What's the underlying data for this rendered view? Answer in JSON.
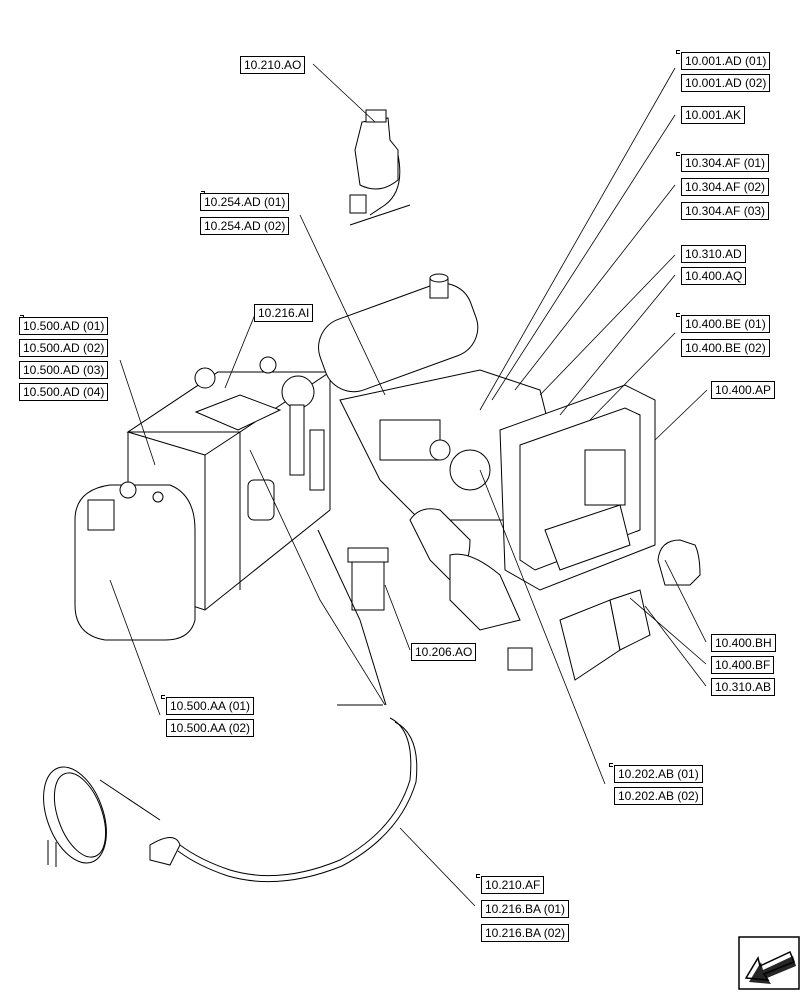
{
  "callouts": {
    "c_210_AO": "10.210.AO",
    "c_001_AD_01": "10.001.AD (01)",
    "c_001_AD_02": "10.001.AD (02)",
    "c_001_AK": "10.001.AK",
    "c_304_AF_01": "10.304.AF (01)",
    "c_304_AF_02": "10.304.AF (02)",
    "c_304_AF_03": "10.304.AF (03)",
    "c_254_AD_01": "10.254.AD (01)",
    "c_254_AD_02": "10.254.AD (02)",
    "c_310_AD": "10.310.AD",
    "c_400_AQ": "10.400.AQ",
    "c_216_AI": "10.216.AI",
    "c_400_BE_01": "10.400.BE (01)",
    "c_400_BE_02": "10.400.BE (02)",
    "c_500_AD_01": "10.500.AD (01)",
    "c_500_AD_02": "10.500.AD (02)",
    "c_500_AD_03": "10.500.AD (03)",
    "c_500_AD_04": "10.500.AD (04)",
    "c_400_AP": "10.400.AP",
    "c_206_AO": "10.206.AO",
    "c_400_BH": "10.400.BH",
    "c_400_BF": "10.400.BF",
    "c_310_AB": "10.310.AB",
    "c_500_AA_01": "10.500.AA (01)",
    "c_500_AA_02": "10.500.AA (02)",
    "c_202_AB_01": "10.202.AB (01)",
    "c_202_AB_02": "10.202.AB (02)",
    "c_210_AF": "10.210.AF",
    "c_216_BA_01": "10.216.BA (01)",
    "c_216_BA_02": "10.216.BA (02)"
  },
  "icons": {
    "navigation": "arrow-navigation-icon"
  }
}
